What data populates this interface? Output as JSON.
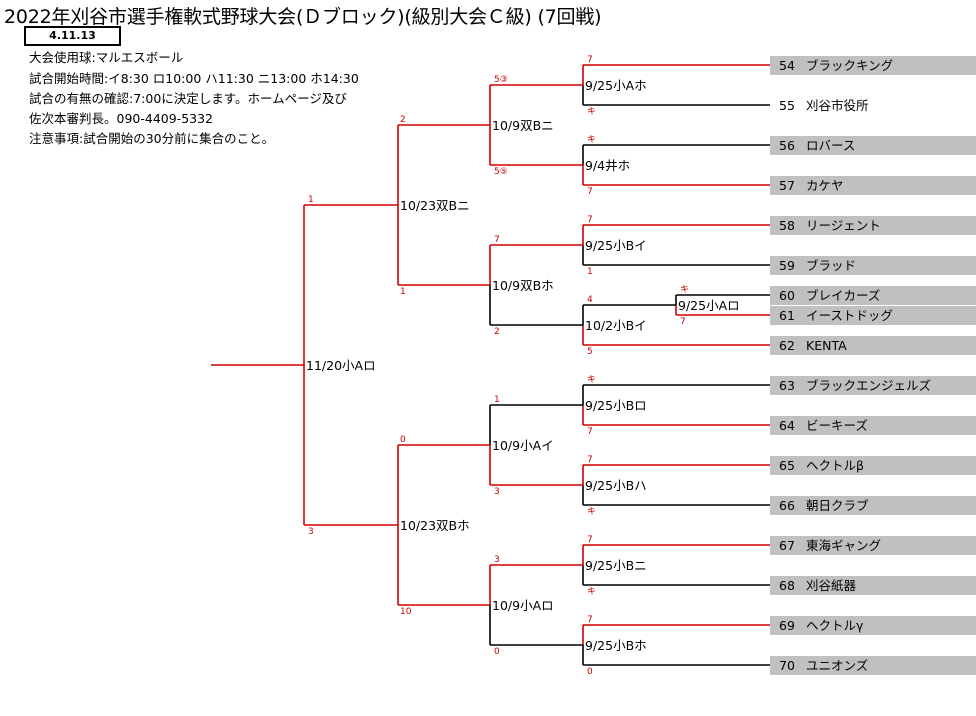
{
  "header": {
    "title": "2022年刈谷市選手権軟式野球大会(Ｄブロック)(級別大会Ｃ級) (7回戦)",
    "date_box": "4.11.13"
  },
  "info_lines": [
    "大会使用球:マルエスボール",
    "試合開始時間:イ8:30 ロ10:00 ハ11:30 ニ13:00 ホ14:30",
    "試合の有無の確認:7:00に決定します。ホームページ及び",
    "佐次本審判長。090-4409-5332",
    "注意事項:試合開始の30分前に集合のこと。"
  ],
  "teams": [
    {
      "num": "54",
      "name": "ブラックキング"
    },
    {
      "num": "55",
      "name": "刈谷市役所"
    },
    {
      "num": "56",
      "name": "ロバース"
    },
    {
      "num": "57",
      "name": "カケヤ"
    },
    {
      "num": "58",
      "name": "リージェント"
    },
    {
      "num": "59",
      "name": "ブラッド"
    },
    {
      "num": "60",
      "name": "ブレイカーズ"
    },
    {
      "num": "61",
      "name": "イーストドッグ"
    },
    {
      "num": "62",
      "name": "KENTA"
    },
    {
      "num": "63",
      "name": "ブラックエンジェルズ"
    },
    {
      "num": "64",
      "name": "ビーキーズ"
    },
    {
      "num": "65",
      "name": "ヘクトルβ"
    },
    {
      "num": "66",
      "name": "朝日クラブ"
    },
    {
      "num": "67",
      "name": "東海ギャング"
    },
    {
      "num": "68",
      "name": "刈谷紙器"
    },
    {
      "num": "69",
      "name": "ヘクトルγ"
    },
    {
      "num": "70",
      "name": "ユニオンズ"
    }
  ],
  "games": {
    "g_60_61": {
      "label": "9/25小Aロ",
      "top": "キ",
      "bot": "7"
    },
    "g_54_55": {
      "label": "9/25小Aホ",
      "top": "7",
      "bot": "キ"
    },
    "g_56_57": {
      "label": "9/4井ホ",
      "top": "キ",
      "bot": "7"
    },
    "g_58_59": {
      "label": "9/25小Bイ",
      "top": "7",
      "bot": "1"
    },
    "g_6061_62": {
      "label": "10/2小Bイ",
      "top": "4",
      "bot": "5"
    },
    "g_63_64": {
      "label": "9/25小Bロ",
      "top": "キ",
      "bot": "7"
    },
    "g_65_66": {
      "label": "9/25小Bハ",
      "top": "7",
      "bot": "キ"
    },
    "g_67_68": {
      "label": "9/25小Bニ",
      "top": "7",
      "bot": "キ"
    },
    "g_69_70": {
      "label": "9/25小Bホ",
      "top": "7",
      "bot": "0"
    },
    "qf1": {
      "label": "10/9双Bニ",
      "top": "5③",
      "bot": "5⑤"
    },
    "qf2": {
      "label": "10/9双Bホ",
      "top": "7",
      "bot": "2"
    },
    "qf3": {
      "label": "10/9小Aイ",
      "top": "1",
      "bot": "3"
    },
    "qf4": {
      "label": "10/9小Aロ",
      "top": "3",
      "bot": "0"
    },
    "sf1": {
      "label": "10/23双Bニ",
      "top": "2",
      "bot": "1"
    },
    "sf2": {
      "label": "10/23双Bホ",
      "top": "0",
      "bot": "10"
    },
    "final": {
      "label": "11/20小Aロ",
      "top": "1",
      "bot": "3"
    }
  }
}
